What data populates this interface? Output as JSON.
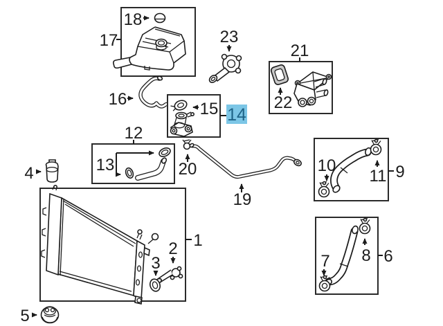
{
  "diagram": {
    "background": "#ffffff",
    "line_color": "#1c1c1c",
    "selected": {
      "label": "14",
      "highlight_bg": "#7cc6e6",
      "highlight_text": "#1e6387"
    },
    "labels": {
      "1": "1",
      "2": "2",
      "3": "3",
      "4": "4",
      "5": "5",
      "6": "6",
      "7": "7",
      "8": "8",
      "9": "9",
      "10": "10",
      "11": "11",
      "12": "12",
      "13": "13",
      "14": "14",
      "15": "15",
      "16": "16",
      "17": "17",
      "18": "18",
      "19": "19",
      "20": "20",
      "21": "21",
      "22": "22",
      "23": "23"
    }
  }
}
